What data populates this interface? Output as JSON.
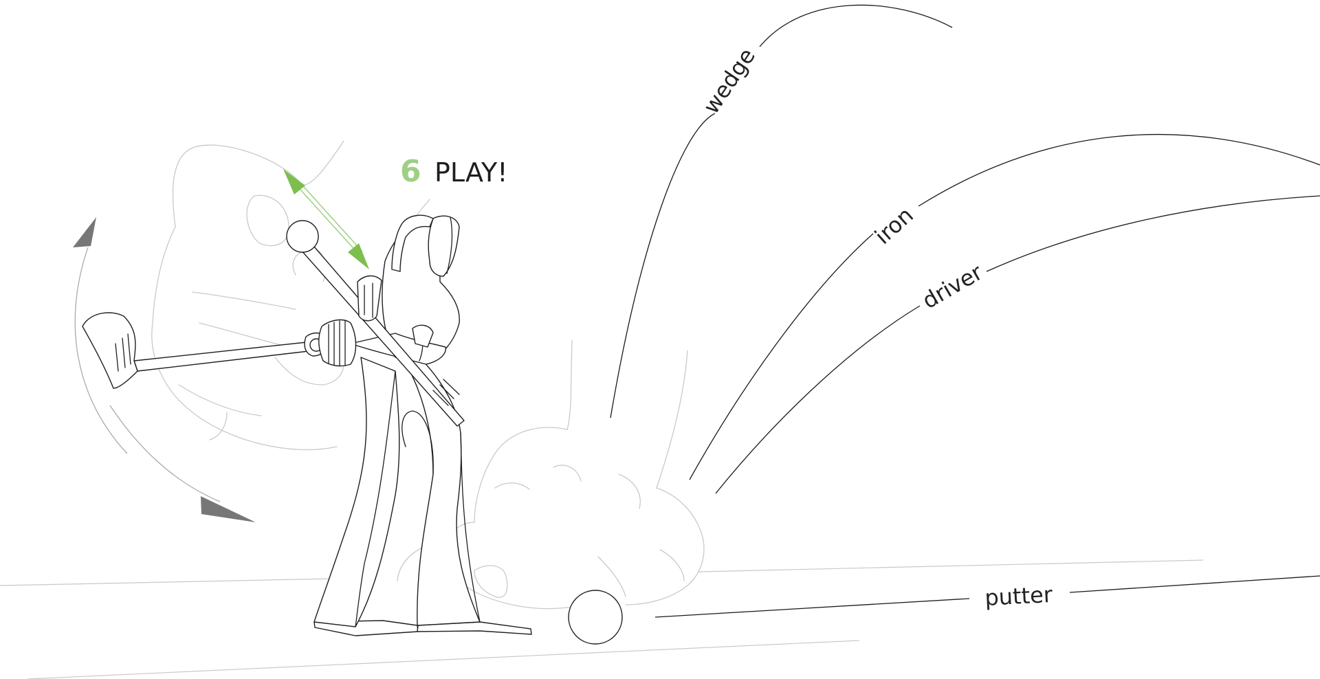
{
  "step": {
    "number": "6",
    "title": "PLAY!"
  },
  "trajectories": {
    "wedge": "wedge",
    "iron": "iron",
    "driver": "driver",
    "putter": "putter"
  },
  "colors": {
    "accent_green": "#9fcf84",
    "arrow_green": "#7dbf4e",
    "arrow_gray": "#777777",
    "line_dark": "#1e1e1e",
    "hand_gray": "#c9c9c9"
  },
  "icons": {
    "swing_arrow": "curved-double-arrow",
    "push_arrow": "straight-double-arrow"
  }
}
